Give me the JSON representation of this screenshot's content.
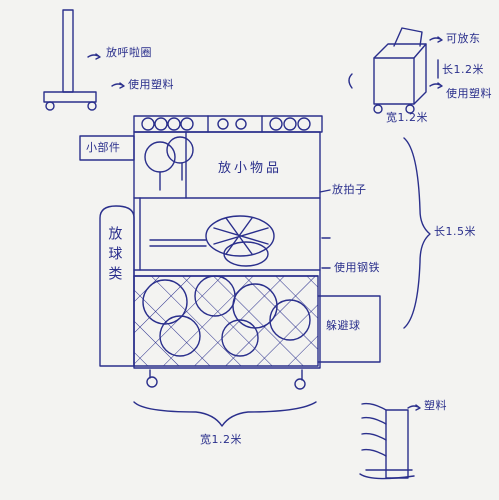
{
  "colors": {
    "ink": "#2a2f8c",
    "paper": "#f3f3f1"
  },
  "labels": {
    "hoop_stand": "放呼啦圈",
    "plastic_top_left": "使用塑料",
    "small_parts": "小部件",
    "small_items": "放小物品",
    "rackets": "放拍子",
    "balls": "放球类",
    "plastic_mid": "使用钢铁",
    "dodgeball": "躲避球",
    "width_bottom": "宽1.2米",
    "length_right": "长1.5米",
    "width_cart": "宽1.2米",
    "cart_length": "长1.2米",
    "cart_lid": "可放东",
    "cart_plastic": "使用塑料",
    "hook_rack": "塑料"
  }
}
